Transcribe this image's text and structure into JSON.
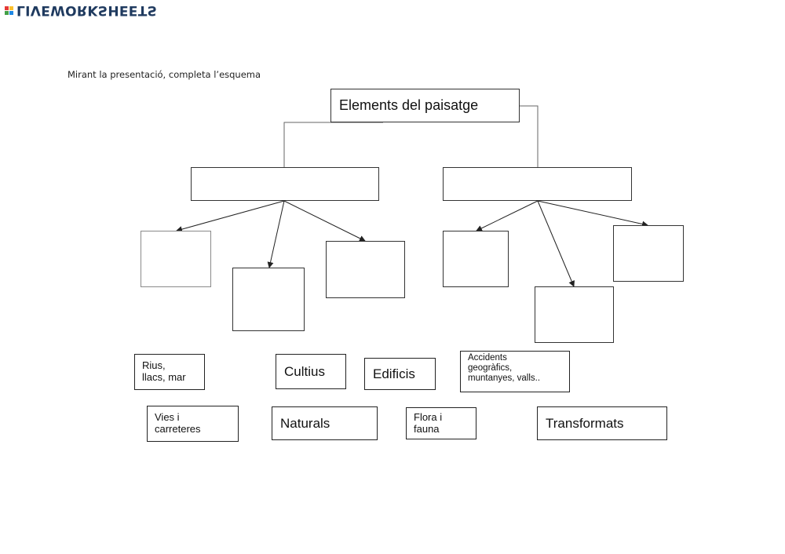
{
  "logo": {
    "text": "LIVEWORKSHEETS",
    "colors": [
      "#e53935",
      "#fbc02d",
      "#43a047",
      "#1e88e5"
    ]
  },
  "instruction": "Mirant la presentació, completa l’esquema",
  "diagram": {
    "root": "Elements del paisatge",
    "word_bank": {
      "rius": "Rius,\nllacs, mar",
      "cultius": "Cultius",
      "edificis": "Edificis",
      "accidents": "Accidents\ngeogràfics,\nmuntanyes, valls..",
      "vies": "Vies i\ncarreteres",
      "naturals": "Naturals",
      "flora": "Flora i\nfauna",
      "transformats": "Transformats"
    }
  }
}
